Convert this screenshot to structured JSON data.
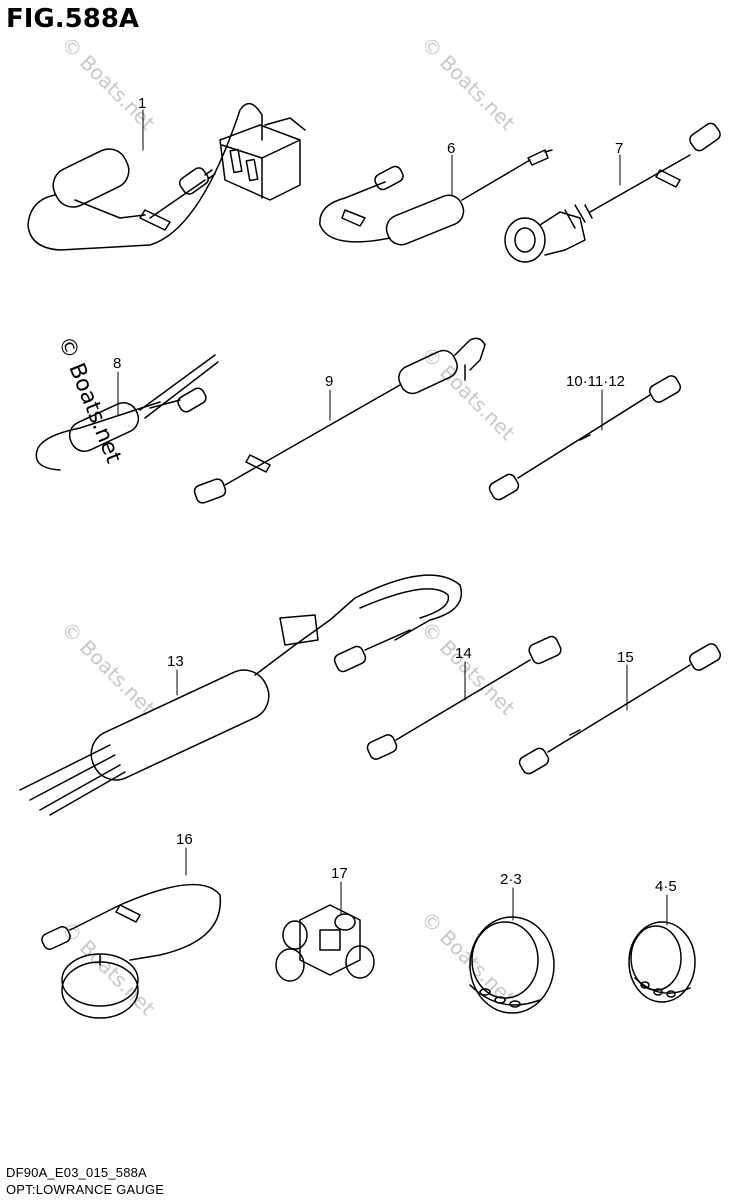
{
  "title": "FIG.588A",
  "watermark": "© Boats.net",
  "callouts": {
    "c1": "1",
    "c6": "6",
    "c7": "7",
    "c8": "8",
    "c9": "9",
    "c10": "10·11·12",
    "c13": "13",
    "c14": "14",
    "c15": "15",
    "c16": "16",
    "c17": "17",
    "c23": "2·3",
    "c45": "4·5"
  },
  "footer": {
    "code": "DF90A_E03_015_588A",
    "caption": "OPT:LOWRANCE GAUGE"
  }
}
